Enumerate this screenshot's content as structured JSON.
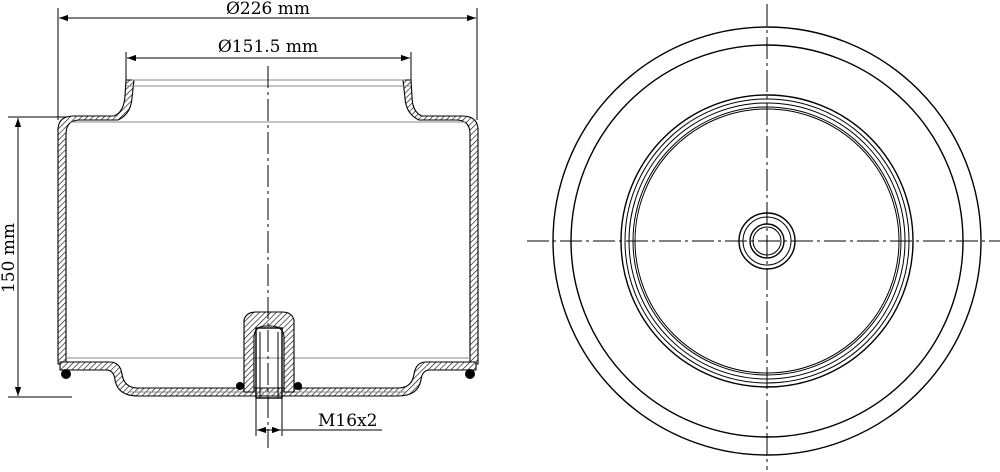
{
  "drawing": {
    "dimensions": {
      "outer_diameter": "Ø226 mm",
      "top_diameter": "Ø151.5 mm",
      "height": "150 mm",
      "thread": "M16x2"
    }
  }
}
